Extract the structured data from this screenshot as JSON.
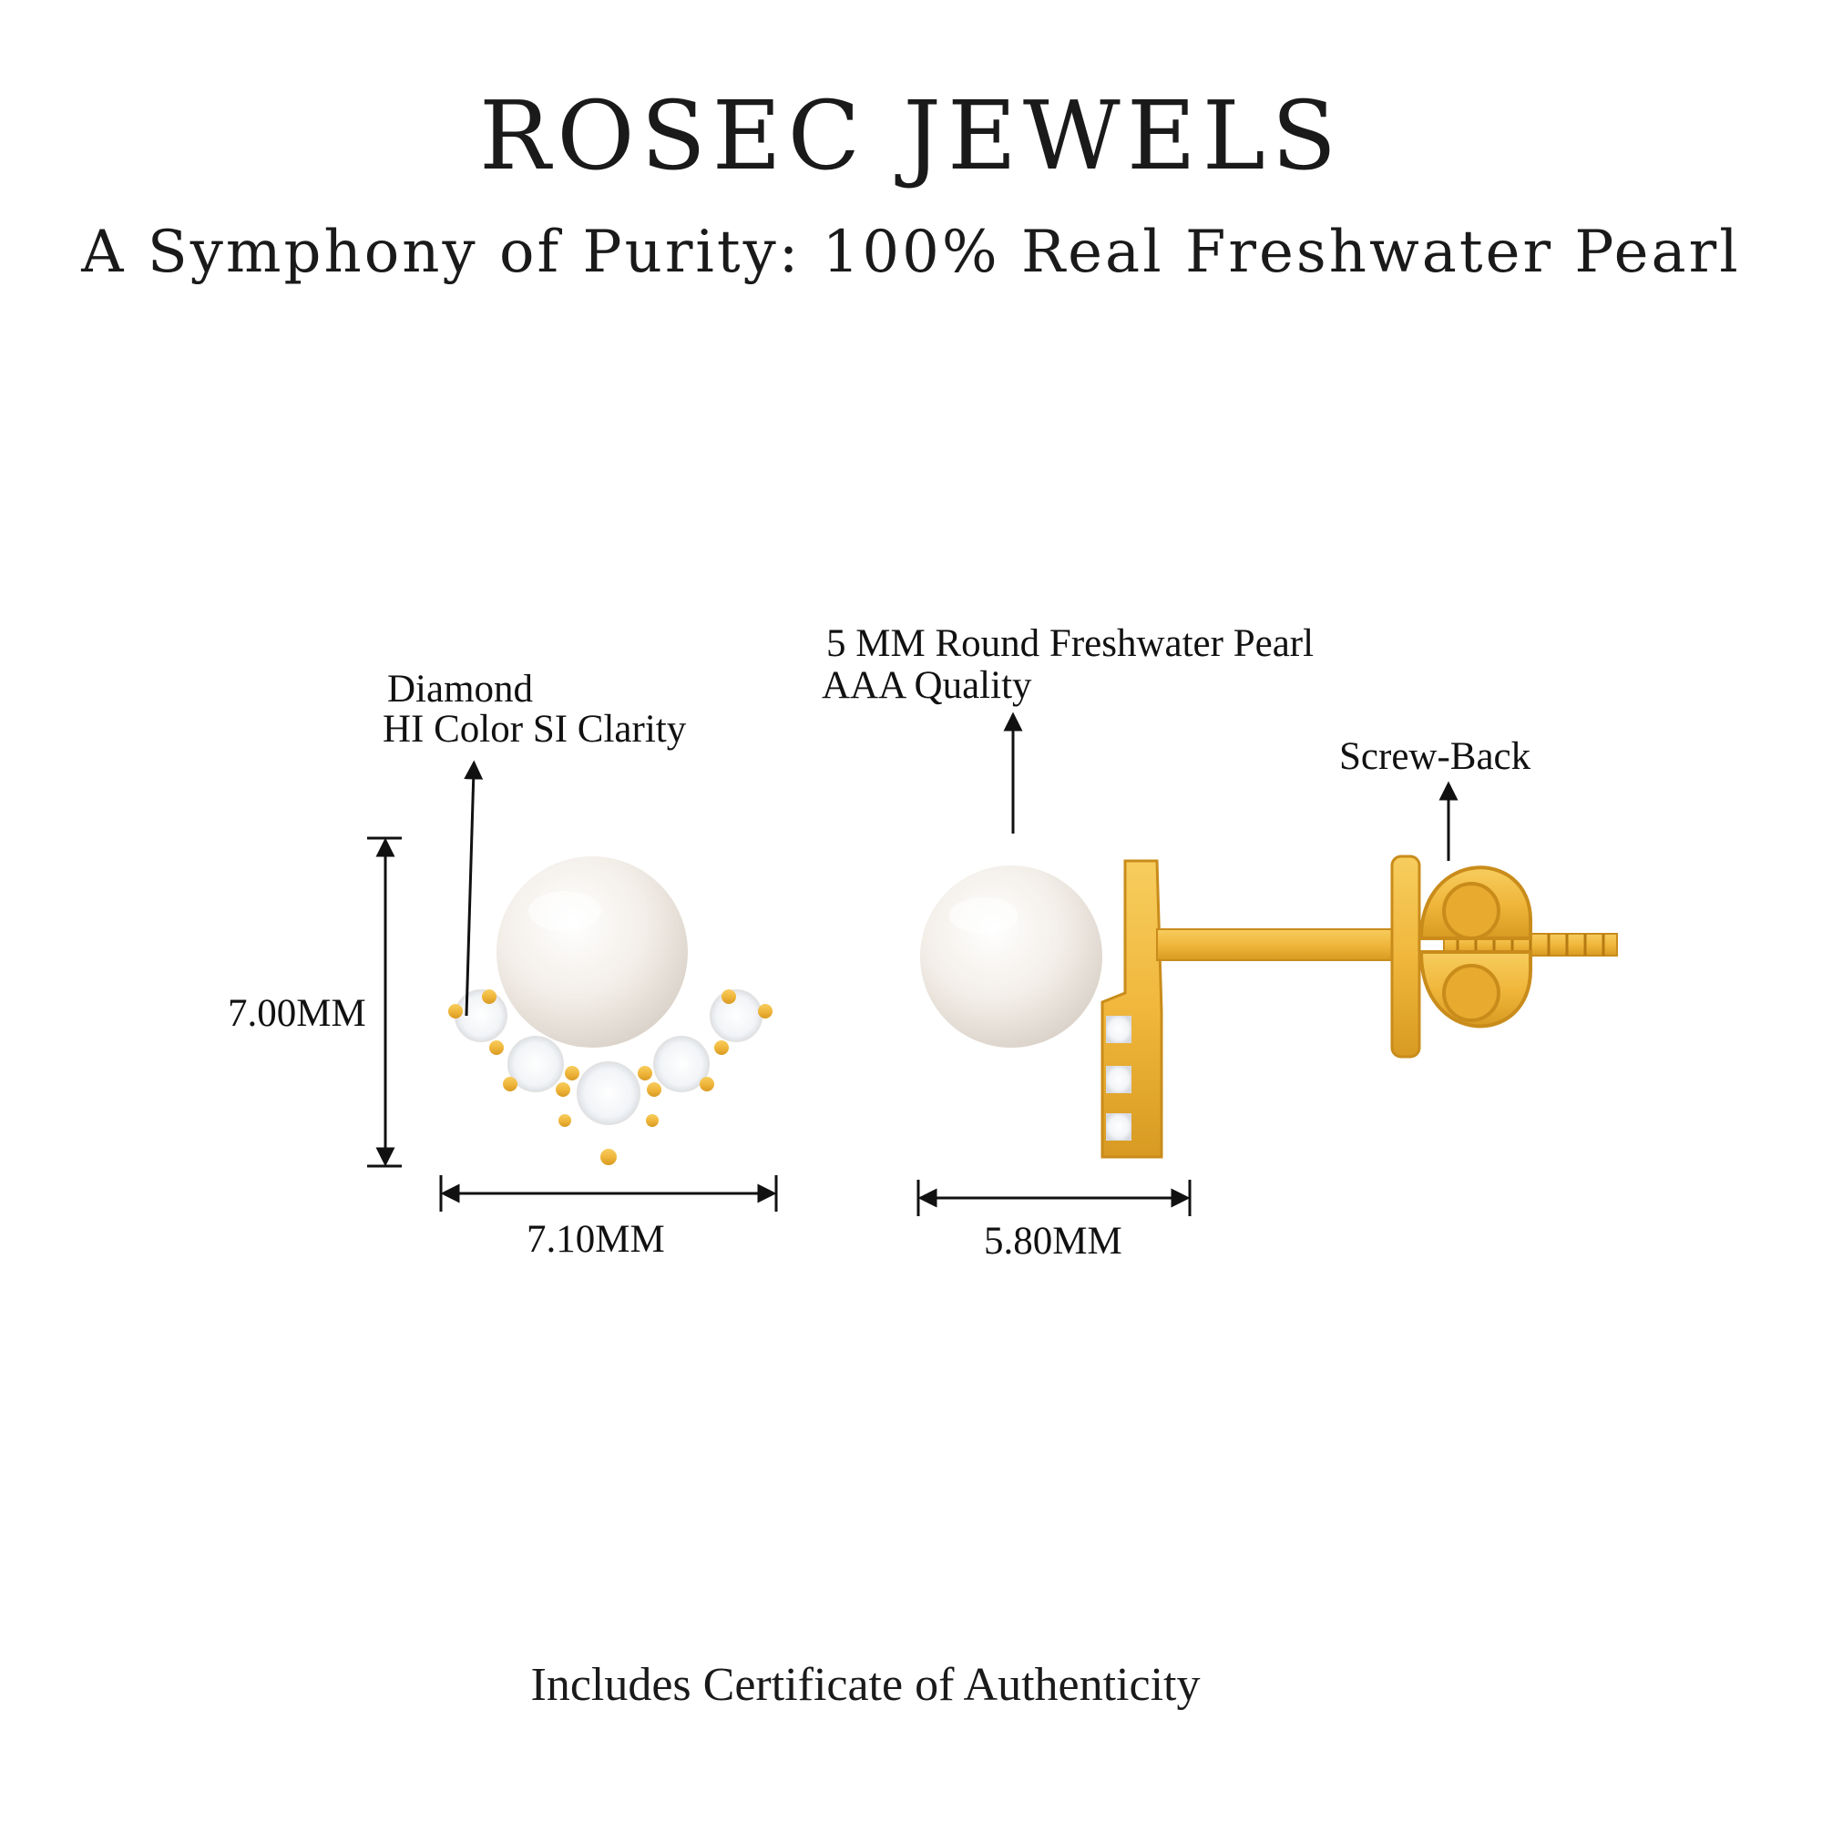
{
  "header": {
    "brand": "ROSEC JEWELS",
    "tagline": "A Symphony of Purity: 100% Real Freshwater Pearl"
  },
  "labels": {
    "diamond_title": "Diamond",
    "diamond_spec": "HI Color SI Clarity",
    "pearl_title": "5 MM Round Freshwater Pearl",
    "pearl_quality": "AAA Quality",
    "screw_back": "Screw-Back"
  },
  "dimensions": {
    "height": "7.00MM",
    "front_width": "7.10MM",
    "side_width": "5.80MM"
  },
  "footer": {
    "certificate": "Includes Certificate of Authenticity"
  },
  "colors": {
    "gold": "#f0b73c",
    "gold_dark": "#d89a22",
    "pearl": "#f3eee8",
    "diamond": "#ffffff",
    "text": "#1a1a1a"
  }
}
